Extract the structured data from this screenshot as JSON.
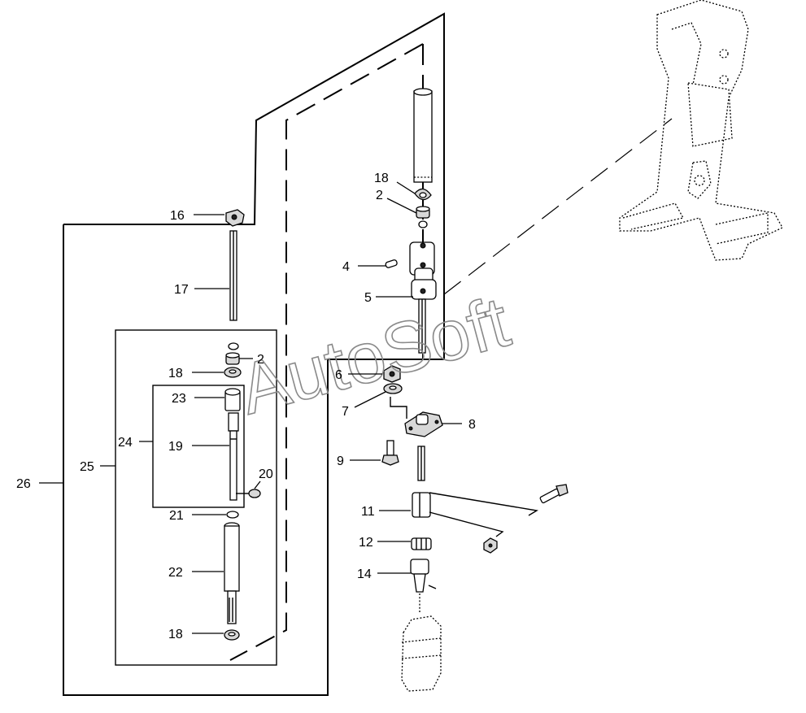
{
  "watermark": "AutoSoft",
  "callouts": {
    "c16": "16",
    "c17": "17",
    "c2a": "2",
    "c18a": "18",
    "c23": "23",
    "c24": "24",
    "c19": "19",
    "c25": "25",
    "c20": "20",
    "c26": "26",
    "c21": "21",
    "c22": "22",
    "c18b": "18",
    "c18c": "18",
    "c2b": "2",
    "c4": "4",
    "c5": "5",
    "c6": "6",
    "c7": "7",
    "c8": "8",
    "c9": "9",
    "c11": "11",
    "c12": "12",
    "c14": "14"
  }
}
